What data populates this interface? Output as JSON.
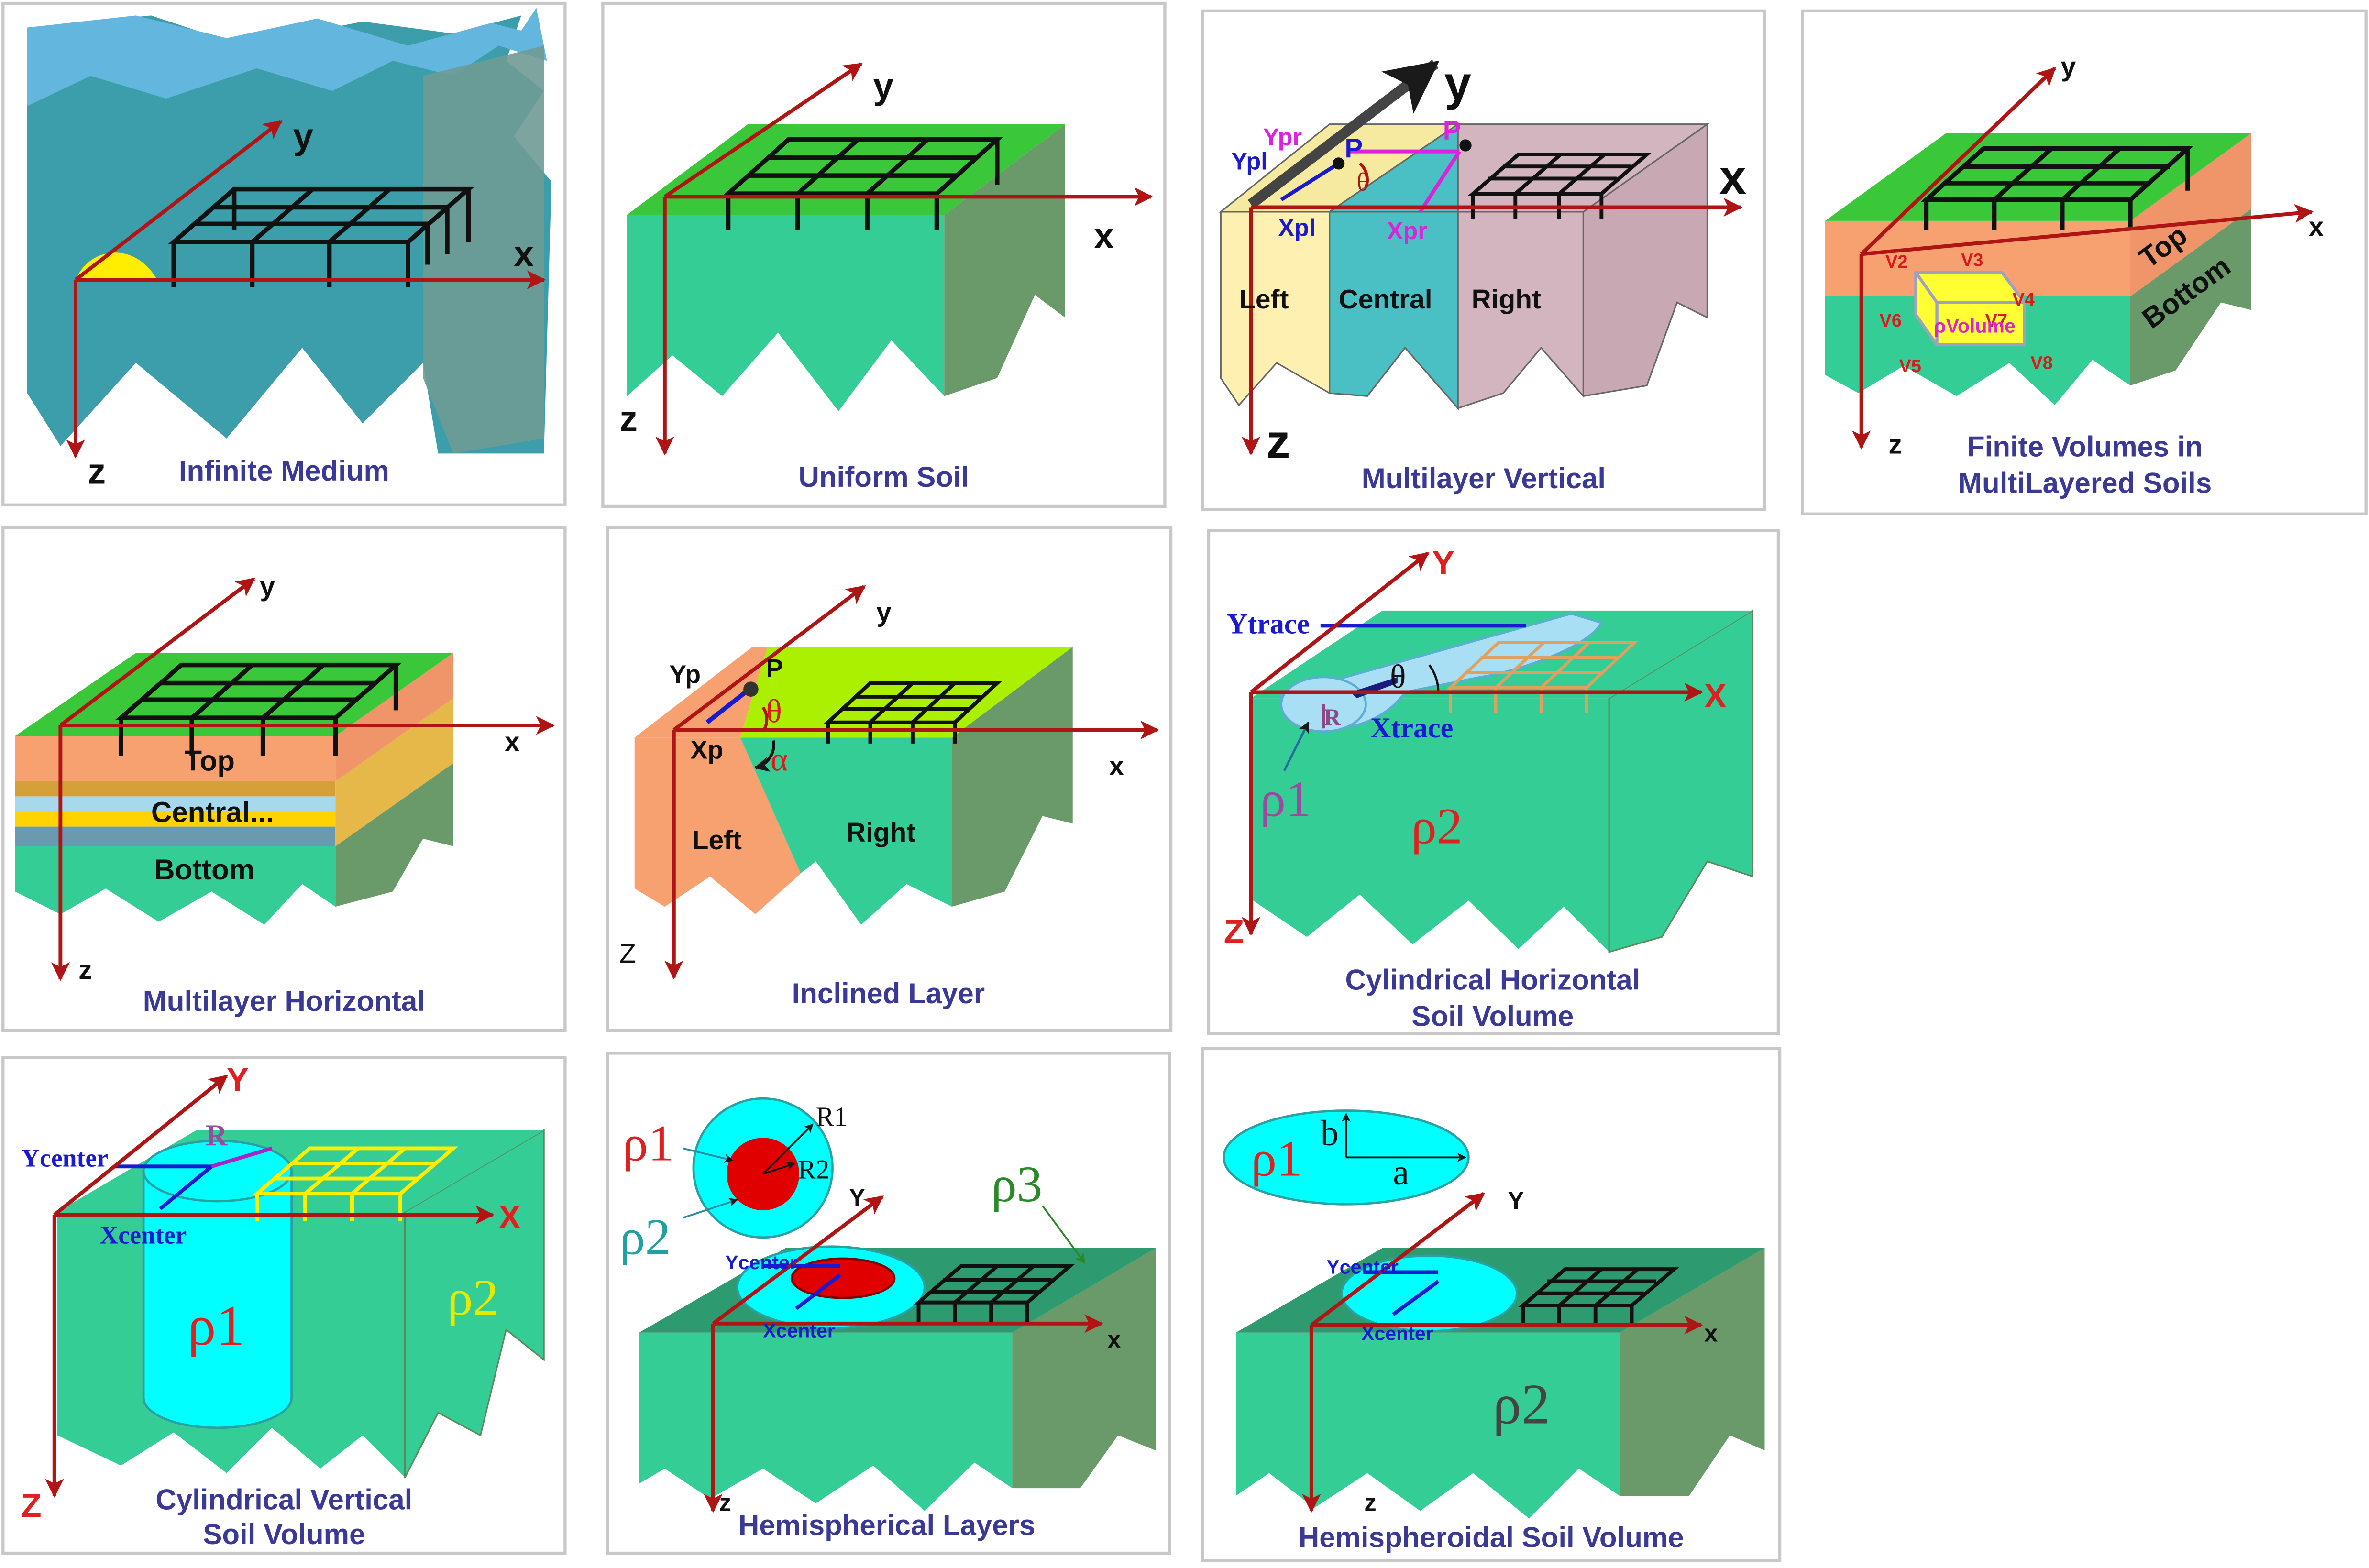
{
  "colors": {
    "axis": "#b01515",
    "title": "#3a3a96",
    "grid": "#111111",
    "soil": "#35cd96",
    "soil_side": "#6a9a6a",
    "grass": "#3ac83a",
    "orange": "#f7a070",
    "water": "#3b9eaa",
    "sky": "#63b6dd",
    "cyan": "#00ffff",
    "panel_border": "#c8c8c8"
  },
  "panels": {
    "infinite": {
      "title": "Infinite Medium",
      "x": "x",
      "y": "y",
      "z": "z"
    },
    "uniform": {
      "title": "Uniform Soil",
      "x": "x",
      "y": "y",
      "z": "z"
    },
    "mlvert": {
      "title": "Multilayer Vertical",
      "x": "x",
      "y": "y",
      "z": "z",
      "ypr": "Ypr",
      "ypl": "Ypl",
      "xpl": "Xpl",
      "xpr": "Xpr",
      "p1": "P",
      "p2": "P",
      "theta": "θ",
      "left": "Left",
      "central": "Central",
      "right": "Right"
    },
    "finite": {
      "title1": "Finite Volumes in",
      "title2": "MultiLayered Soils",
      "x": "x",
      "y": "y",
      "z": "z",
      "top": "Top",
      "bottom": "Bottom",
      "rho": "ρVolume",
      "v": [
        "V2",
        "V3",
        "V4",
        "V6",
        "V7",
        "V5",
        "V8"
      ]
    },
    "mlhoriz": {
      "title": "Multilayer Horizontal",
      "x": "x",
      "y": "y",
      "z": "z",
      "top": "Top",
      "central": "Central...",
      "bottom": "Bottom"
    },
    "inclined": {
      "title": "Inclined Layer",
      "x": "x",
      "y": "y",
      "z": "Z",
      "yp": "Yp",
      "xp": "Xp",
      "p": "P",
      "theta": "θ",
      "alpha": "α",
      "left": "Left",
      "right": "Right"
    },
    "cylh": {
      "title1": "Cylindrical Horizontal",
      "title2": "Soil Volume",
      "x": "X",
      "y": "Y",
      "z": "Z",
      "ytrace": "Ytrace",
      "xtrace": "Xtrace",
      "theta": "θ",
      "r": "R",
      "rho1": "ρ1",
      "rho2": "ρ2"
    },
    "cylv": {
      "title1": "Cylindrical Vertical",
      "title2": "Soil Volume",
      "x": "X",
      "y": "Y",
      "z": "Z",
      "ycenter": "Ycenter",
      "xcenter": "Xcenter",
      "r": "R",
      "rho1": "ρ1",
      "rho2": "ρ2"
    },
    "hemis": {
      "title": "Hemispherical Layers",
      "x": "x",
      "y": "Y",
      "z": "z",
      "ycenter": "Ycenter",
      "xcenter": "Xcenter",
      "r1": "R1",
      "r2": "R2",
      "rho1": "ρ1",
      "rho2": "ρ2",
      "rho3": "ρ3"
    },
    "hemisph": {
      "title": "Hemispheroidal Soil Volume",
      "x": "x",
      "y": "Y",
      "z": "z",
      "ycenter": "Ycenter",
      "xcenter": "Xcenter",
      "a": "a",
      "b": "b",
      "rho1": "ρ1",
      "rho2": "ρ2"
    }
  }
}
